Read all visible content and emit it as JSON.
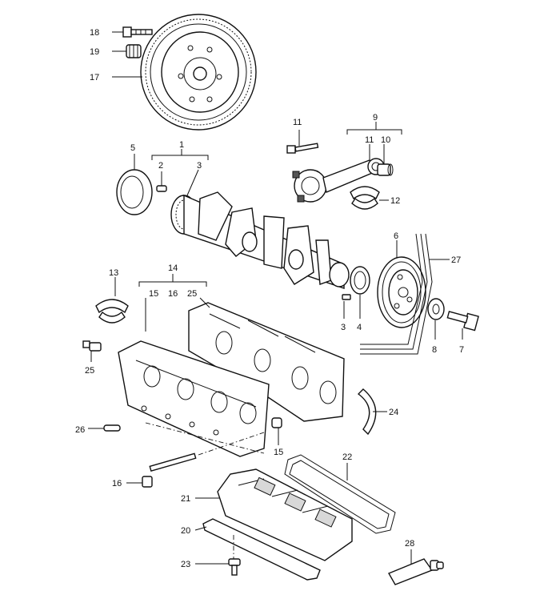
{
  "callouts": {
    "p1": "1",
    "p2": "2",
    "p3a": "3",
    "p3b": "3",
    "p4": "4",
    "p5": "5",
    "p6": "6",
    "p7": "7",
    "p8": "8",
    "p9": "9",
    "p10": "10",
    "p11a": "11",
    "p11b": "11",
    "p12": "12",
    "p13": "13",
    "p14": "14",
    "p15a": "15",
    "p15b": "15",
    "p16a": "16",
    "p16b": "16",
    "p17": "17",
    "p18": "18",
    "p19": "19",
    "p20": "20",
    "p21": "21",
    "p22": "22",
    "p23": "23",
    "p24": "24",
    "p25a": "25",
    "p25b": "25",
    "p26": "26",
    "p27": "27",
    "p28": "28"
  }
}
